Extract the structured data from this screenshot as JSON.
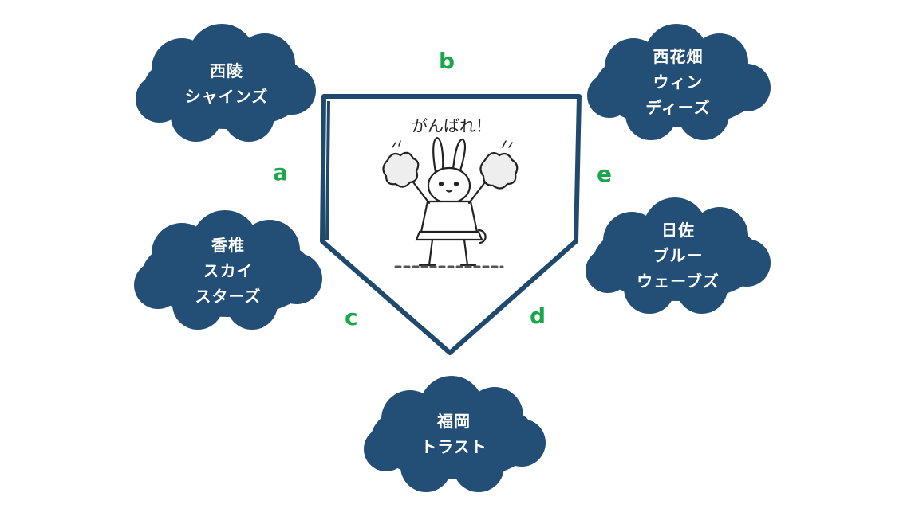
{
  "colors": {
    "cloud": "#234e76",
    "letters": "#1aa64a",
    "plate_border": "#1f4a6e"
  },
  "teams": {
    "top_left": [
      "西陵",
      "シャインズ"
    ],
    "top_right": [
      "西花畑",
      "ウィン",
      "ディーズ"
    ],
    "middle_left": [
      "香椎",
      "スカイ",
      "スターズ"
    ],
    "middle_right": [
      "日佐",
      "ブルー",
      "ウェーブズ"
    ],
    "bottom": [
      "福岡",
      "トラスト"
    ]
  },
  "labels": {
    "a": "a",
    "b": "b",
    "c": "c",
    "d": "d",
    "e": "e"
  },
  "plate": {
    "caption": "がんばれ！"
  }
}
